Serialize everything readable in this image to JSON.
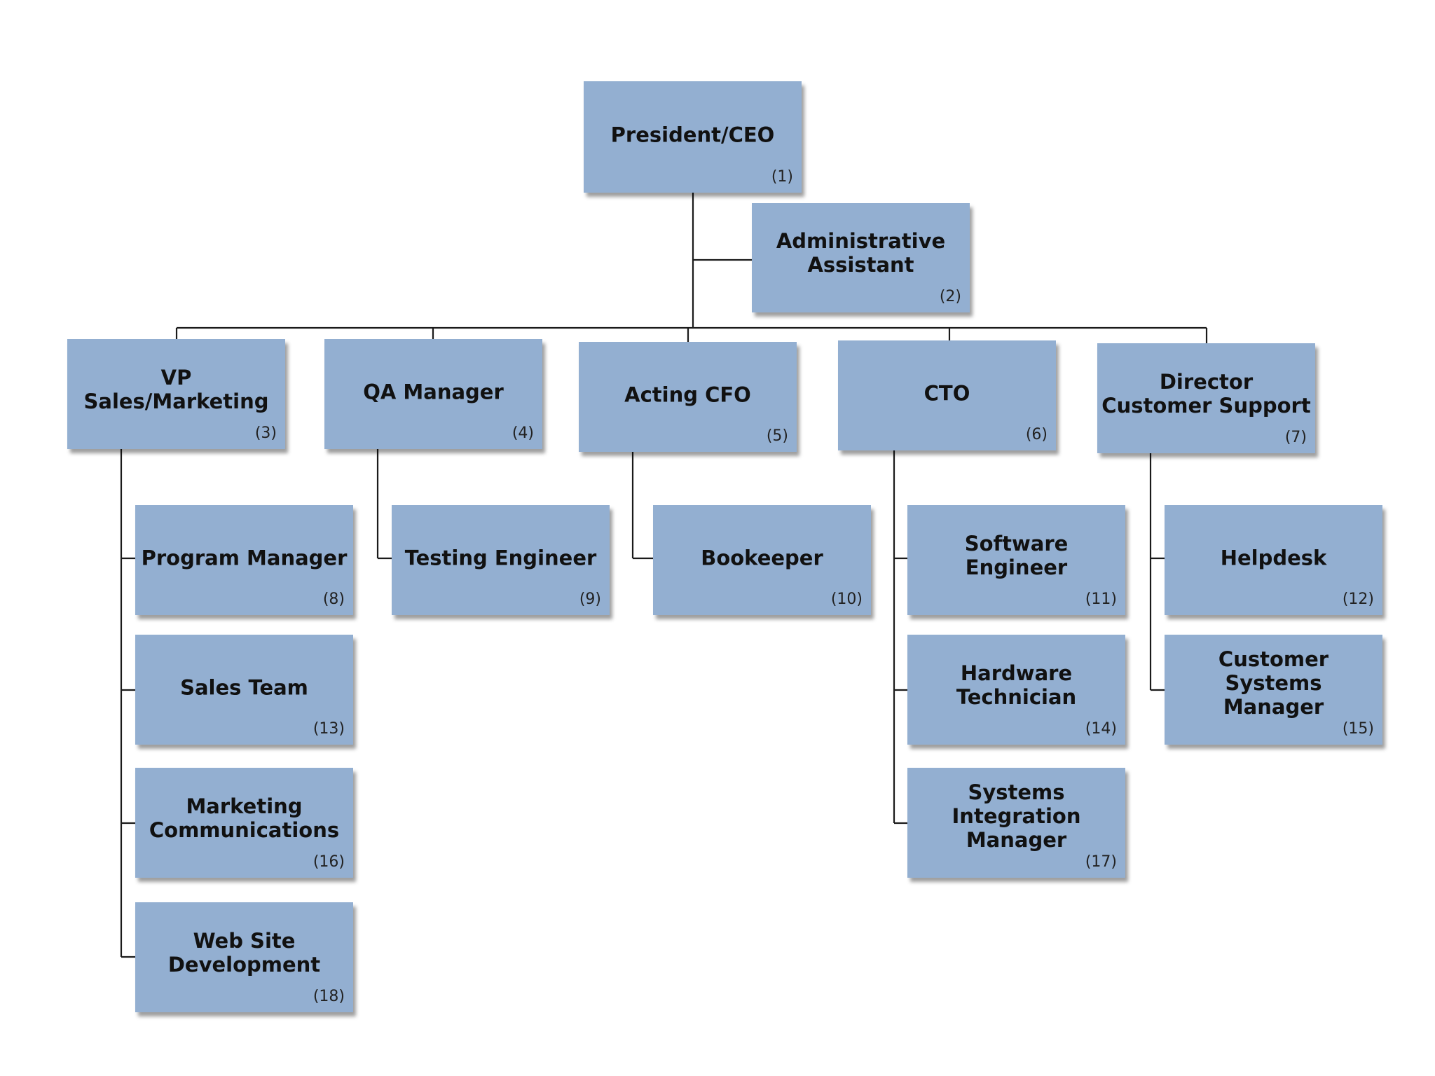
{
  "colors": {
    "box": "#93afd1",
    "line": "#1a1a1a",
    "background": "#ffffff"
  },
  "nodes": {
    "president_ceo": {
      "title": "President/CEO",
      "number": "(1)"
    },
    "admin_assistant": {
      "title": "Administrative\nAssistant",
      "number": "(2)"
    },
    "vp_sales_marketing": {
      "title": "VP Sales/Marketing",
      "number": "(3)"
    },
    "qa_manager": {
      "title": "QA Manager",
      "number": "(4)"
    },
    "acting_cfo": {
      "title": "Acting CFO",
      "number": "(5)"
    },
    "cto": {
      "title": "CTO",
      "number": "(6)"
    },
    "director_customer_support": {
      "title": "Director\nCustomer Support",
      "number": "(7)"
    },
    "program_manager": {
      "title": "Program Manager",
      "number": "(8)"
    },
    "testing_engineer": {
      "title": "Testing Engineer",
      "number": "(9)"
    },
    "bookeeper": {
      "title": "Bookeeper",
      "number": "(10)"
    },
    "software_engineer": {
      "title": "Software Engineer",
      "number": "(11)"
    },
    "helpdesk": {
      "title": "Helpdesk",
      "number": "(12)"
    },
    "sales_team": {
      "title": "Sales Team",
      "number": "(13)"
    },
    "hardware_technician": {
      "title": "Hardware\nTechnician",
      "number": "(14)"
    },
    "customer_systems_manager": {
      "title": "Customer Systems\nManager",
      "number": "(15)"
    },
    "marketing_communications": {
      "title": "Marketing\nCommunications",
      "number": "(16)"
    },
    "systems_integration_manager": {
      "title": "Systems Integration\nManager",
      "number": "(17)"
    },
    "web_site_development": {
      "title": "Web Site\nDevelopment",
      "number": "(18)"
    }
  },
  "edges": [
    [
      "president_ceo",
      "admin_assistant"
    ],
    [
      "president_ceo",
      "vp_sales_marketing"
    ],
    [
      "president_ceo",
      "qa_manager"
    ],
    [
      "president_ceo",
      "acting_cfo"
    ],
    [
      "president_ceo",
      "cto"
    ],
    [
      "president_ceo",
      "director_customer_support"
    ],
    [
      "vp_sales_marketing",
      "program_manager"
    ],
    [
      "vp_sales_marketing",
      "sales_team"
    ],
    [
      "vp_sales_marketing",
      "marketing_communications"
    ],
    [
      "vp_sales_marketing",
      "web_site_development"
    ],
    [
      "qa_manager",
      "testing_engineer"
    ],
    [
      "acting_cfo",
      "bookeeper"
    ],
    [
      "cto",
      "software_engineer"
    ],
    [
      "cto",
      "hardware_technician"
    ],
    [
      "cto",
      "systems_integration_manager"
    ],
    [
      "director_customer_support",
      "helpdesk"
    ],
    [
      "director_customer_support",
      "customer_systems_manager"
    ]
  ]
}
